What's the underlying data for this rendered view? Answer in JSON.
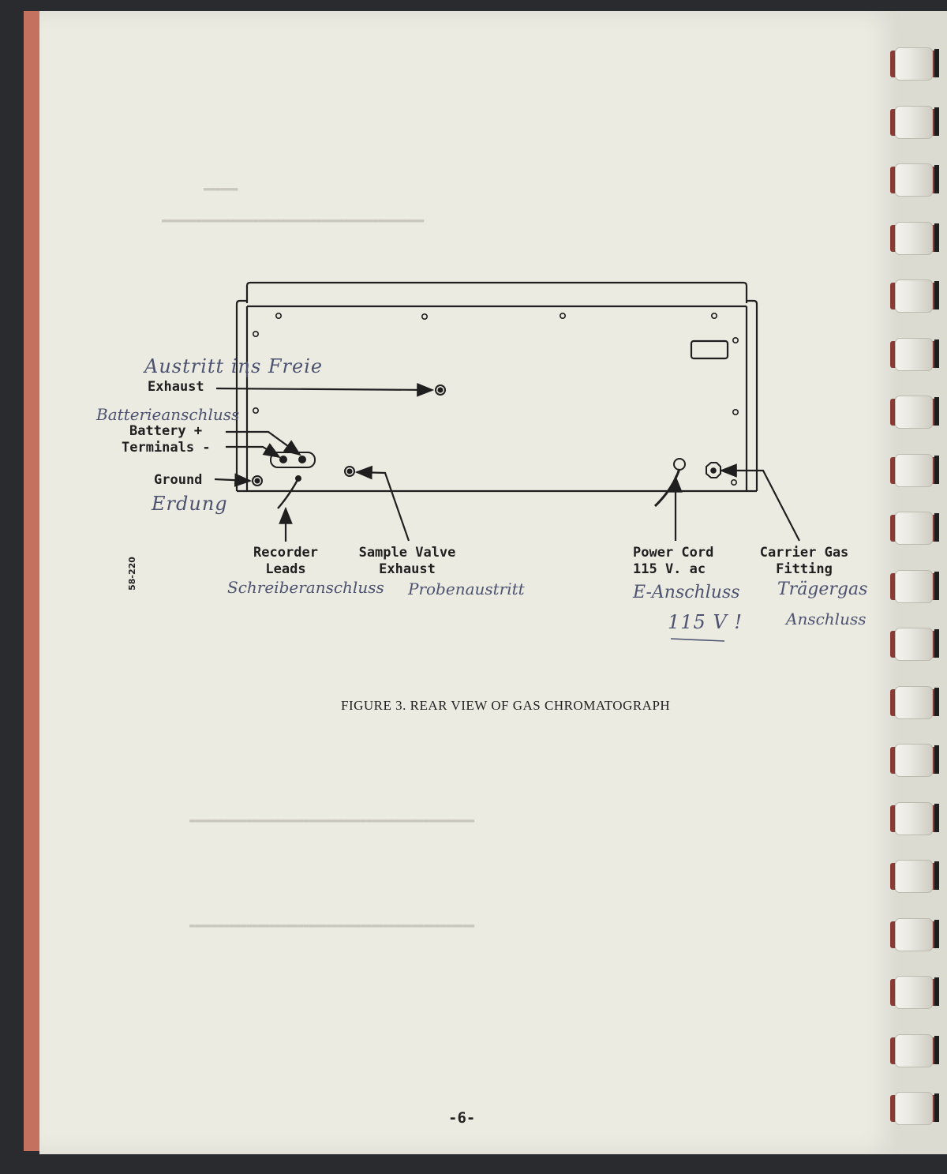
{
  "labels": {
    "exhaust": "Exhaust",
    "battery": "Battery  +",
    "terminals": "Terminals  -",
    "ground": "Ground",
    "recorder_line1": "Recorder",
    "recorder_line2": "Leads",
    "sample_line1": "Sample Valve",
    "sample_line2": "Exhaust",
    "power_line1": "Power Cord",
    "power_line2": "115 V. ac",
    "carrier_line1": "Carrier Gas",
    "carrier_line2": "Fitting"
  },
  "handwriting": {
    "exhaust_de": "Austritt ins Freie",
    "battery_de": "Batterieanschluss",
    "ground_de": "Erdung",
    "recorder_de": "Schreiberanschluss",
    "sample_de": "Probenaustritt",
    "power_de_1": "E-Anschluss",
    "power_de_2": "115 V !",
    "carrier_de_1": "Trägergas",
    "carrier_de_2": "Anschluss"
  },
  "drawing_number": "58-220",
  "caption": "FIGURE 3.   REAR VIEW OF GAS CHROMATOGRAPH",
  "page_number": "-6-"
}
